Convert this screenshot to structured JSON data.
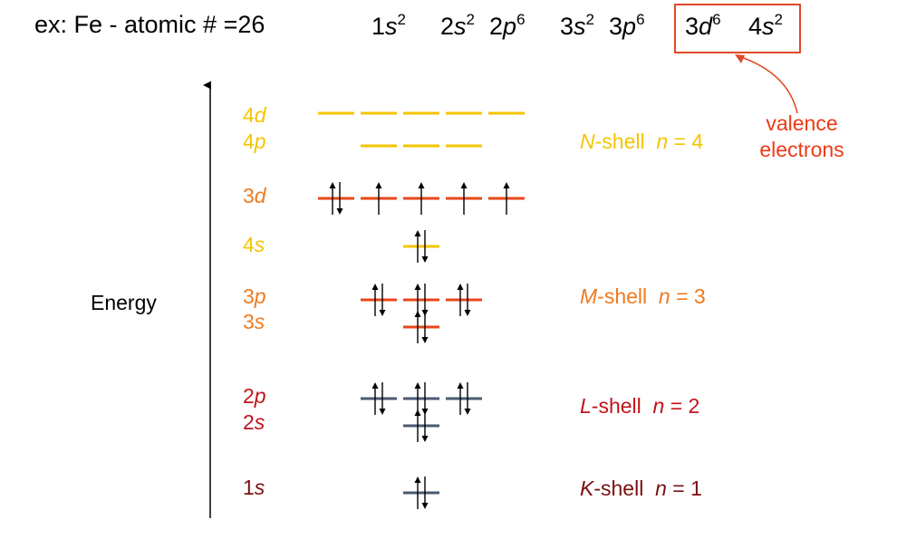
{
  "header": {
    "example": "ex:  Fe - atomic # =26",
    "subshells": [
      {
        "orb": "1",
        "l": "s",
        "e": "2"
      },
      {
        "orb": "2",
        "l": "s",
        "e": "2"
      },
      {
        "orb": "2",
        "l": "p",
        "e": "6"
      },
      {
        "orb": "3",
        "l": "s",
        "e": "2"
      },
      {
        "orb": "3",
        "l": "p",
        "e": "6"
      },
      {
        "orb": "3",
        "l": "d",
        "e": "6"
      },
      {
        "orb": "4",
        "l": "s",
        "e": "2"
      }
    ]
  },
  "valence": {
    "line1": "valence",
    "line2": "electrons"
  },
  "axis": {
    "label": "Energy"
  },
  "levels": [
    {
      "n": "4",
      "l": "d",
      "color": "#f5c400"
    },
    {
      "n": "4",
      "l": "p",
      "color": "#f5c400"
    },
    {
      "n": "3",
      "l": "d",
      "color": "#f07a1e"
    },
    {
      "n": "4",
      "l": "s",
      "color": "#f5c400"
    },
    {
      "n": "3",
      "l": "p",
      "color": "#f07a1e"
    },
    {
      "n": "3",
      "l": "s",
      "color": "#f07a1e"
    },
    {
      "n": "2",
      "l": "p",
      "color": "#c0141c"
    },
    {
      "n": "2",
      "l": "s",
      "color": "#c0141c"
    },
    {
      "n": "1",
      "l": "s",
      "color": "#7a1010"
    }
  ],
  "shells": [
    {
      "letter": "N",
      "rest": "-shell",
      "nvar": "n",
      "eq": " = 4",
      "color": "#f5c400"
    },
    {
      "letter": "M",
      "rest": "-shell",
      "nvar": "n",
      "eq": " = 3",
      "color": "#f07a1e"
    },
    {
      "letter": "L",
      "rest": "-shell",
      "nvar": "n",
      "eq": " = 2",
      "color": "#c0141c"
    },
    {
      "letter": "K",
      "rest": "-shell",
      "nvar": "n",
      "eq": " = 1",
      "color": "#7a1010"
    }
  ],
  "orbitals": {
    "4d": {
      "color": "#f5c400",
      "electrons": [
        0,
        0,
        0,
        0,
        0
      ]
    },
    "4p": {
      "color": "#f5c400",
      "electrons": [
        0,
        0,
        0
      ]
    },
    "3d": {
      "color": "#e8471a",
      "electrons": [
        2,
        1,
        1,
        1,
        1
      ]
    },
    "4s": {
      "color": "#f5c400",
      "electrons": [
        2
      ]
    },
    "3p": {
      "color": "#e8471a",
      "electrons": [
        2,
        2,
        2
      ]
    },
    "3s": {
      "color": "#e8471a",
      "electrons": [
        2
      ]
    },
    "2p": {
      "color": "#4a5a72",
      "electrons": [
        2,
        2,
        2
      ]
    },
    "2s": {
      "color": "#4a5a72",
      "electrons": [
        2
      ]
    },
    "1s": {
      "color": "#4a5a72",
      "electrons": [
        2
      ]
    }
  },
  "colors": {
    "valence_accent": "#e04a26",
    "arrow": "#000000"
  }
}
